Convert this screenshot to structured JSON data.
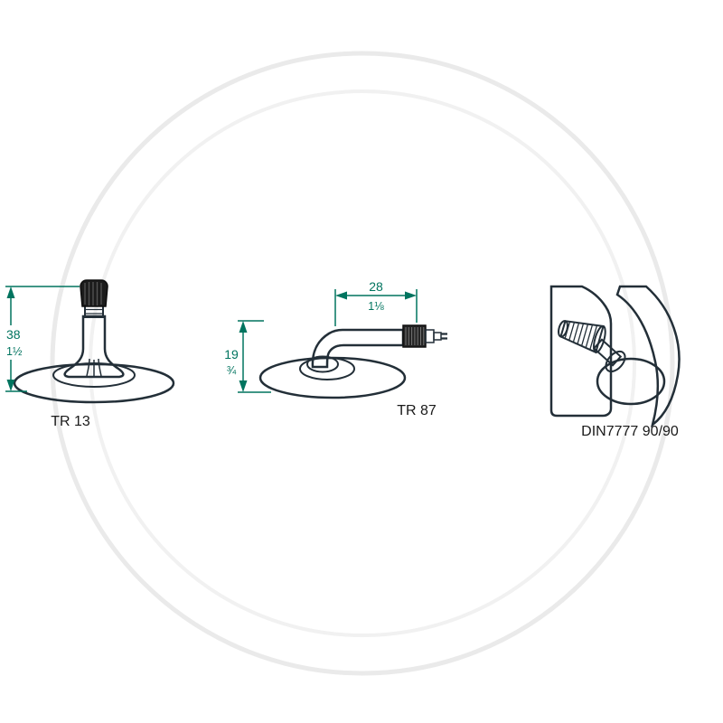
{
  "figures": {
    "tr13": {
      "label": "TR 13",
      "height_dim": {
        "mm": "38",
        "inch": "1½"
      }
    },
    "tr87": {
      "label": "TR 87",
      "width_dim": {
        "mm": "28",
        "inch": "1⅛"
      },
      "height_dim": {
        "mm": "19",
        "inch": "¾"
      }
    },
    "din7777": {
      "label": "DIN7777 90/90"
    }
  },
  "colors": {
    "rubber_body": "#9fb5ae",
    "rubber_shade": "#93aaa3",
    "outline": "#232f38",
    "valve_cap": "#1c1c1c",
    "metal": "#a9b3b0",
    "dimension_green": "#00745f",
    "label_text": "#1a1a1a",
    "watermark": "#eaeaea"
  }
}
